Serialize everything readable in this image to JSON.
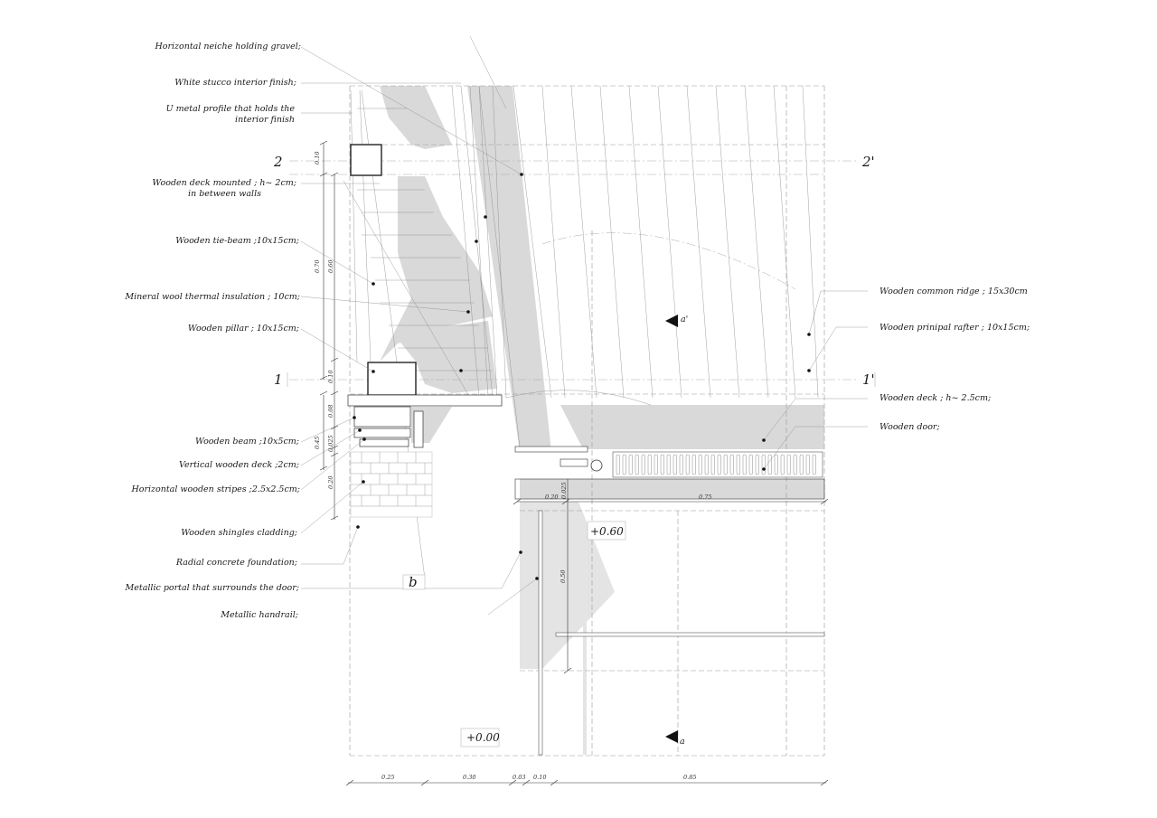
{
  "labels_left": [
    "Horizontal neiche holding gravel;",
    "White stucco interior finish;",
    "U metal profile that holds the",
    "interior finish",
    "Wooden deck mounted ; h~ 2cm;",
    "in between walls",
    "Wooden tie-beam ;10x15cm;",
    "Mineral wool thermal insulation ; 10cm;",
    "Wooden pillar ; 10x15cm;",
    "Wooden beam ;10x5cm;",
    "Vertical wooden deck ;2cm;",
    "Horizontal wooden stripes ;2.5x2.5cm;",
    "Wooden shingles cladding;",
    "Radial concrete foundation;",
    "Metallic portal that surrounds the door;",
    "Metallic handrail;"
  ],
  "labels_right": [
    "Wooden common ridge ; 15x30cm",
    "Wooden prinipal rafter ; 10x15cm;",
    "Wooden deck ; h~ 2.5cm;",
    "Wooden door;"
  ],
  "axes": {
    "a2": "2",
    "a2p": "2'",
    "a1": "1",
    "a1p": "1'",
    "ap": "a'",
    "a": "a",
    "b": "b"
  },
  "elevations": {
    "e060": "+0.60",
    "e000": "+0.00"
  },
  "dims_left": [
    "0.10",
    "0.70",
    "0.60",
    "0.10",
    "0.08",
    "0.45",
    "0.025",
    "0.20"
  ],
  "dims_bottom": [
    "0.25",
    "0.30",
    "0.03",
    "0.10",
    "0.85"
  ],
  "dims_mid": [
    "0.20",
    "0.025",
    "0.75",
    "0.50"
  ]
}
